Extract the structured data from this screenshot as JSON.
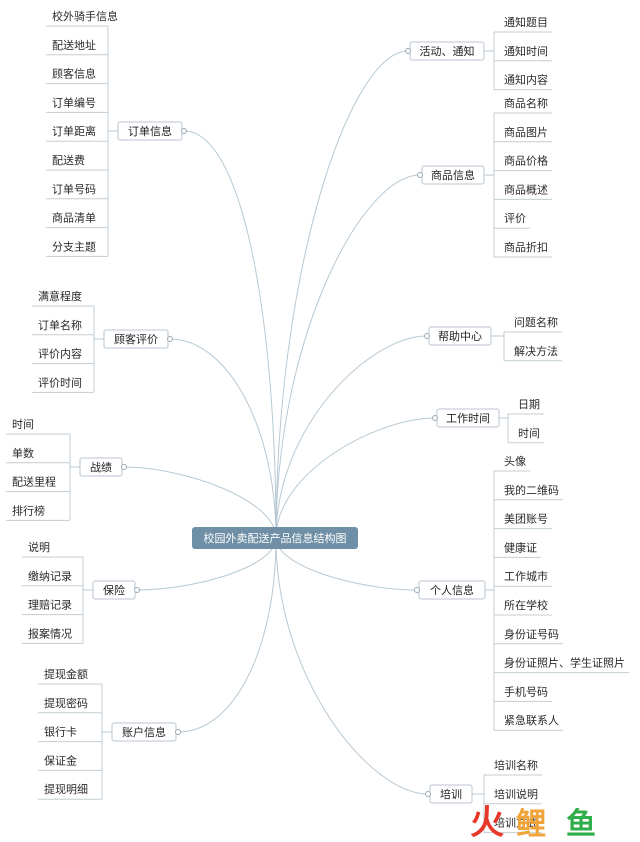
{
  "root": {
    "label": "校园外卖配送产品信息结构图"
  },
  "branches": [
    {
      "label": "订单信息",
      "children": [
        "校外骑手信息",
        "配送地址",
        "顾客信息",
        "订单编号",
        "订单距离",
        "配送费",
        "订单号码",
        "商品清单",
        "分支主题"
      ]
    },
    {
      "label": "顾客评价",
      "children": [
        "满意程度",
        "订单名称",
        "评价内容",
        "评价时间"
      ]
    },
    {
      "label": "战绩",
      "children": [
        "时间",
        "单数",
        "配送里程",
        "排行榜"
      ]
    },
    {
      "label": "保险",
      "children": [
        "说明",
        "缴纳记录",
        "理赔记录",
        "报案情况"
      ]
    },
    {
      "label": "账户信息",
      "children": [
        "提现金额",
        "提现密码",
        "银行卡",
        "保证金",
        "提现明细"
      ]
    },
    {
      "label": "活动、通知",
      "children": [
        "通知题目",
        "通知时间",
        "通知内容"
      ]
    },
    {
      "label": "商品信息",
      "children": [
        "商品名称",
        "商品图片",
        "商品价格",
        "商品概述",
        "评价",
        "商品折扣"
      ]
    },
    {
      "label": "帮助中心",
      "children": [
        "问题名称",
        "解决方法"
      ]
    },
    {
      "label": "工作时间",
      "children": [
        "日期",
        "时间"
      ]
    },
    {
      "label": "个人信息",
      "children": [
        "头像",
        "我的二维码",
        "美团账号",
        "健康证",
        "工作城市",
        "所在学校",
        "身份证号码",
        "身份证照片、学生证照片",
        "手机号码",
        "紧急联系人"
      ]
    },
    {
      "label": "培训",
      "children": [
        "培训名称",
        "培训说明",
        "培训方式"
      ]
    }
  ],
  "watermark": {
    "chars": [
      "火",
      "鲤",
      "鱼"
    ]
  }
}
